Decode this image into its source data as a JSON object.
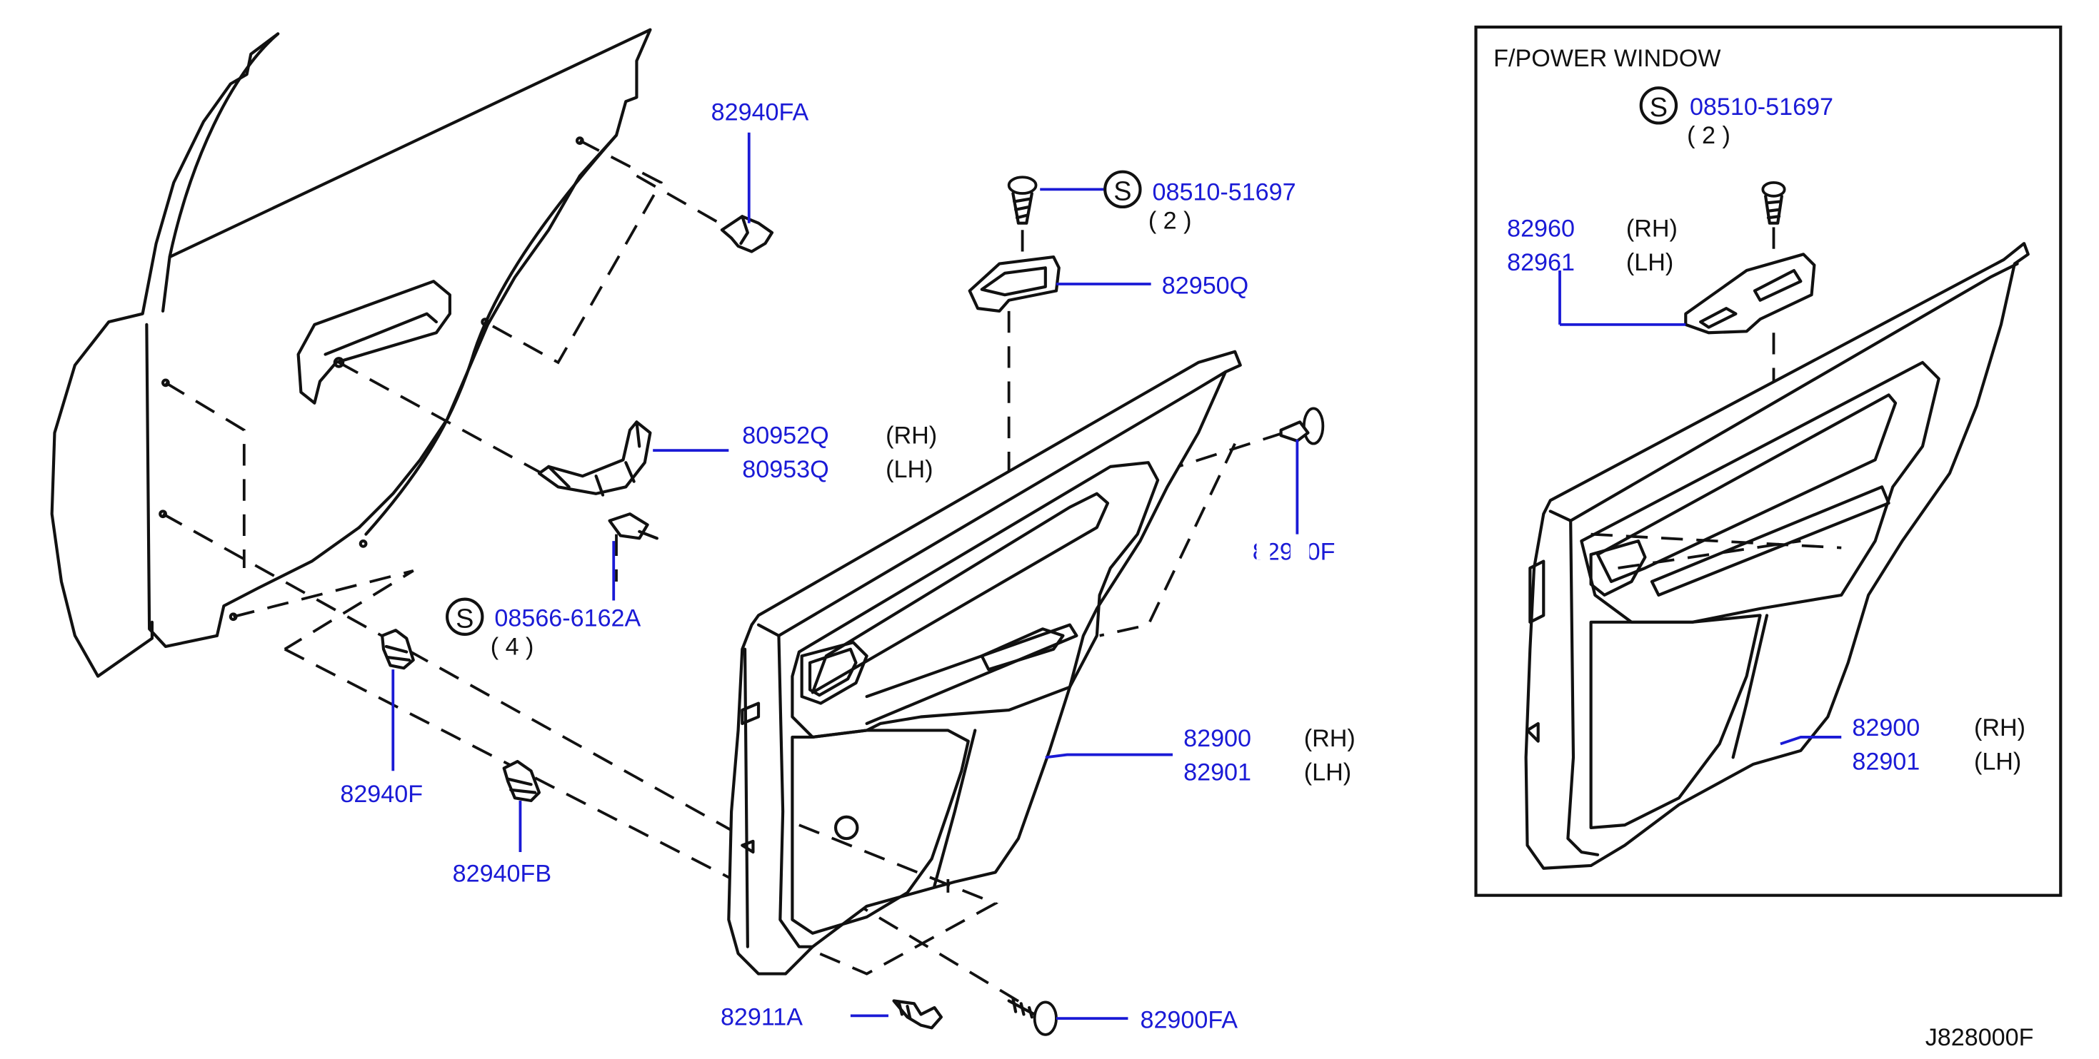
{
  "diagram_code": "J828000F",
  "inset": {
    "title": "F/POWER WINDOW"
  },
  "callouts": {
    "clip_upper": "82940FA",
    "screw_top": {
      "symbol": "S",
      "part": "08510-51697",
      "qty": "( 2 )"
    },
    "pull_handle": "82950Q",
    "bracket": {
      "part_rh": "80952Q",
      "side_rh": "(RH)",
      "part_lh": "80953Q",
      "side_lh": "(LH)"
    },
    "clip_right_partial": "82940F",
    "screw_mid": {
      "symbol": "S",
      "part": "08566-6162A",
      "qty": "( 4 )"
    },
    "trim_main": {
      "part_rh": "82900",
      "side_rh": "(RH)",
      "part_lh": "82901",
      "side_lh": "(LH)"
    },
    "clip_f": "82940F",
    "clip_fb": "82940FB",
    "clip_bottom_left": "82911A",
    "clip_bottom_right": "82900FA"
  },
  "inset_callouts": {
    "screw": {
      "symbol": "S",
      "part": "08510-51697",
      "qty": "( 2 )"
    },
    "switch": {
      "part_rh": "82960",
      "side_rh": "(RH)",
      "part_lh": "82961",
      "side_lh": "(LH)"
    },
    "trim": {
      "part_rh": "82900",
      "side_rh": "(RH)",
      "part_lh": "82901",
      "side_lh": "(LH)"
    }
  }
}
